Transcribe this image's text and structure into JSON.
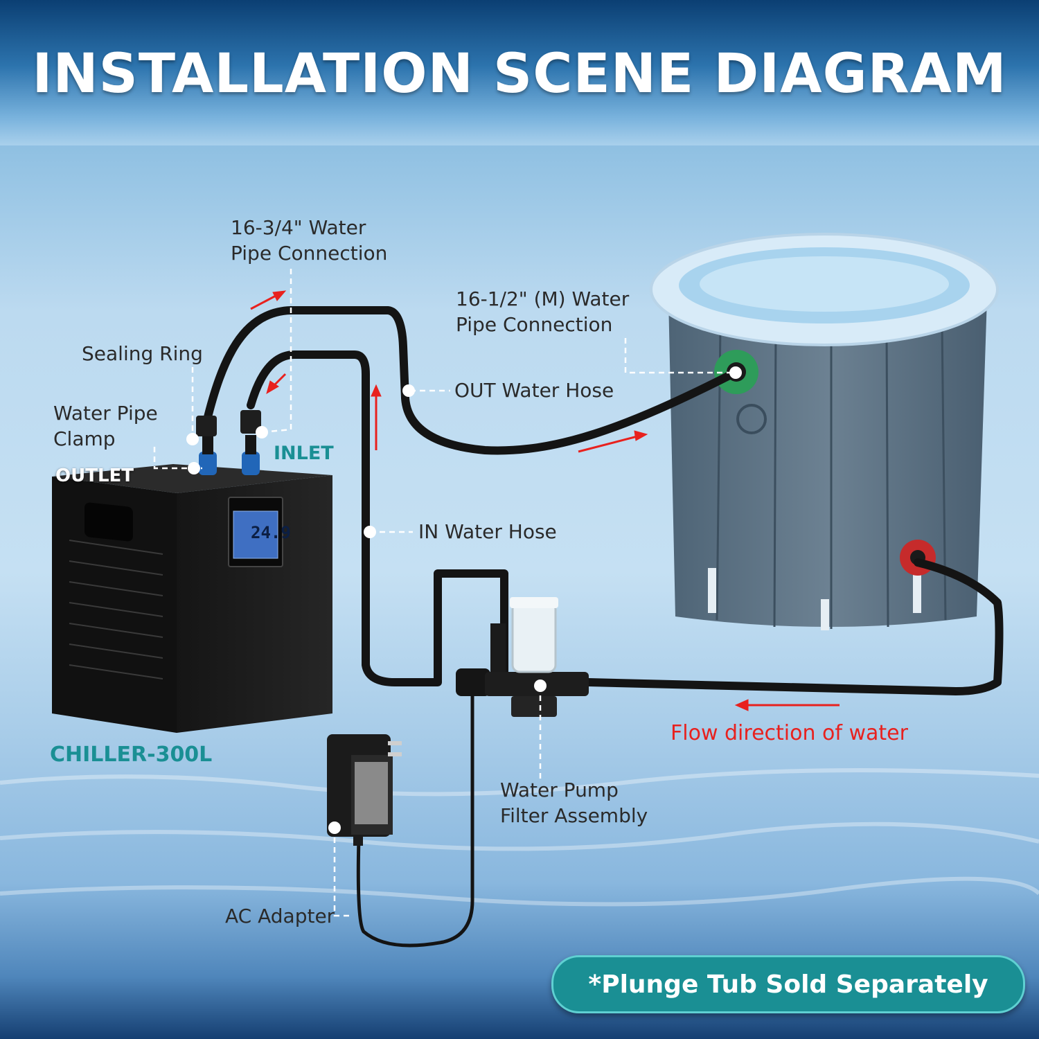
{
  "title": "INSTALLATION SCENE DIAGRAM",
  "labels": {
    "pipe_34_line1": "16-3/4\" Water",
    "pipe_34_line2": "Pipe Connection",
    "pipe_12_line1": "16-1/2\" (M) Water",
    "pipe_12_line2": "Pipe Connection",
    "sealing_ring": "Sealing Ring",
    "clamp_line1": "Water Pipe",
    "clamp_line2": "Clamp",
    "out_hose": "OUT Water Hose",
    "in_hose": "IN Water Hose",
    "pump_line1": "Water Pump",
    "pump_line2": "Filter Assembly",
    "ac_adapter": "AC Adapter",
    "flow_direction": "Flow direction of water"
  },
  "tags": {
    "outlet": "OUTLET",
    "inlet": "INLET",
    "model": "CHILLER-300L"
  },
  "chiller_display": "24.9",
  "badge": "*Plunge Tub Sold Separately",
  "colors": {
    "teal_tag": "#1a8f94",
    "flow_arrow": "#e8211e",
    "hose": "#141414"
  }
}
